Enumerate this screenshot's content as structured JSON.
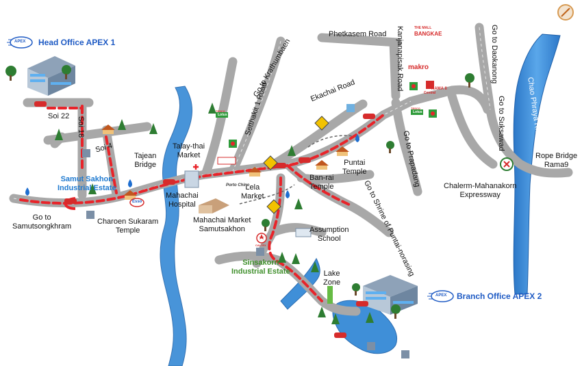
{
  "offices": {
    "head": {
      "label": "Head Office APEX 1",
      "logo": "APEX"
    },
    "branch": {
      "label": "Branch Office APEX 2",
      "logo": "APEX"
    }
  },
  "roads": {
    "phetkasem": "Phetkasem Road",
    "kanjanapisak": "Kanjanapisak Road",
    "go_daokanong": "Go to Daokanong",
    "go_suksawad": "Go to Suksawad",
    "go_prapadang": "Go to Prapadang",
    "ekachai": "Ekachai Road",
    "setthakit": "Setthakit 1 Road",
    "go_krathumbaen": "Go to Krathumbaen",
    "go_shrine": "Go to Shrine of Puntai-norasing",
    "soi22": "Soi 22",
    "soi18": "Soi 18",
    "soi4": "Soi 4"
  },
  "places": {
    "samut_sakhon_ie_line1": "Samut Sakhon",
    "samut_sakhon_ie_line2": "Industrial Estate",
    "tajean_line1": "Tajean",
    "tajean_line2": "Bridge",
    "talay_line1": "Talay-thai",
    "talay_line2": "Market",
    "mahachai_hosp_line1": "Mahachai",
    "mahachai_hosp_line2": "Hospital",
    "mahachai_mkt_line1": "Mahachai Market",
    "mahachai_mkt_line2": "Samutsakhon",
    "lela_line1": "Lela",
    "lela_line2": "Market",
    "banrai_line1": "Ban-rai",
    "banrai_line2": "Temple",
    "puntai_line1": "Puntai",
    "puntai_line2": "Temple",
    "assumption_line1": "Assumption",
    "assumption_line2": "School",
    "sinsakorn_line1": "Sinsakorn",
    "sinsakorn_line2": "Industrial Estate",
    "lake_line1": "Lake",
    "lake_line2": "Zone",
    "charoen_line1": "Charoen Sukaram",
    "charoen_line2": "Temple",
    "go_samut_line1": "Go to",
    "go_samut_line2": "Samutsongkhram",
    "chalerm_line1": "Chalerm-Mahanakorn",
    "chalerm_line2": "Expressway",
    "rope_line1": "Rope Bridge",
    "rope_line2": "Rama9",
    "river": "Chao Phraya River"
  },
  "brands": {
    "bangkae_small": "THE MALL",
    "bangkae": "BANGKAE",
    "makro": "makro",
    "central": "Central",
    "rama2": "RAMA II",
    "lotus_top": "ТЕSСО",
    "lotus": "Lotus",
    "esso": "Esso",
    "caltex": "CALTEX",
    "porto_chino": "Porto Chino"
  },
  "colors": {
    "road": "#b3b3b3",
    "road_edge": "#9a9a9a",
    "route": "#e8242a",
    "water": "#3f8fd8",
    "tree": "#2e7d32",
    "title_blue": "#1f5bc4"
  }
}
